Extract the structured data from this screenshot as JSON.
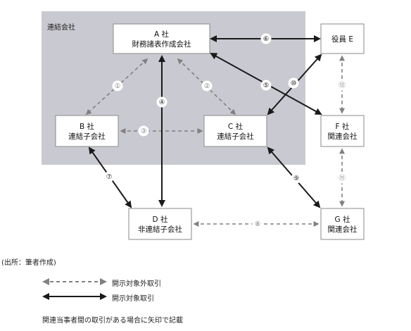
{
  "group": {
    "label": "連結会社"
  },
  "companies": {
    "A": {
      "line1": "A 社",
      "line2": "財務諸表作成会社"
    },
    "B": {
      "line1": "B 社",
      "line2": "連結子会社"
    },
    "C": {
      "line1": "C 社",
      "line2": "連結子会社"
    },
    "D": {
      "line1": "D 社",
      "line2": "非連結子会社"
    },
    "E": {
      "line1": "役員 E",
      "line2": ""
    },
    "F": {
      "line1": "F 社",
      "line2": "関連会社"
    },
    "G": {
      "line1": "G 社",
      "line2": "関連会社"
    }
  },
  "relations": [
    {
      "id": "1",
      "label": "①",
      "from": "A",
      "to": "B",
      "disclosed": false
    },
    {
      "id": "2",
      "label": "②",
      "from": "A",
      "to": "C",
      "disclosed": false
    },
    {
      "id": "3",
      "label": "③",
      "from": "B",
      "to": "C",
      "disclosed": false
    },
    {
      "id": "4",
      "label": "④",
      "from": "A",
      "to": "D",
      "disclosed": true
    },
    {
      "id": "5",
      "label": "⑤",
      "from": "A",
      "to": "F",
      "disclosed": true
    },
    {
      "id": "6",
      "label": "⑥",
      "from": "A",
      "to": "E",
      "disclosed": true
    },
    {
      "id": "7",
      "label": "⑦",
      "from": "B",
      "to": "D",
      "disclosed": true
    },
    {
      "id": "8",
      "label": "⑧",
      "from": "D",
      "to": "G",
      "disclosed": false
    },
    {
      "id": "9",
      "label": "⑨",
      "from": "C",
      "to": "G",
      "disclosed": true
    },
    {
      "id": "10",
      "label": "⑩",
      "from": "E",
      "to": "C",
      "disclosed": true
    },
    {
      "id": "11",
      "label": "⑪",
      "from": "F",
      "to": "G",
      "disclosed": false
    },
    {
      "id": "12",
      "label": "⑫",
      "from": "E",
      "to": "F",
      "disclosed": false
    }
  ],
  "source": "(出所：筆者作成)",
  "legend": {
    "dashed": "開示対象外取引",
    "solid": "開示対象取引"
  },
  "note": "関連当事者間の取引がある場合に矢印で記載",
  "colors": {
    "group_bg": "#c9c9d1",
    "solid_line": "#1a1a1a",
    "dashed_line": "#808080"
  }
}
